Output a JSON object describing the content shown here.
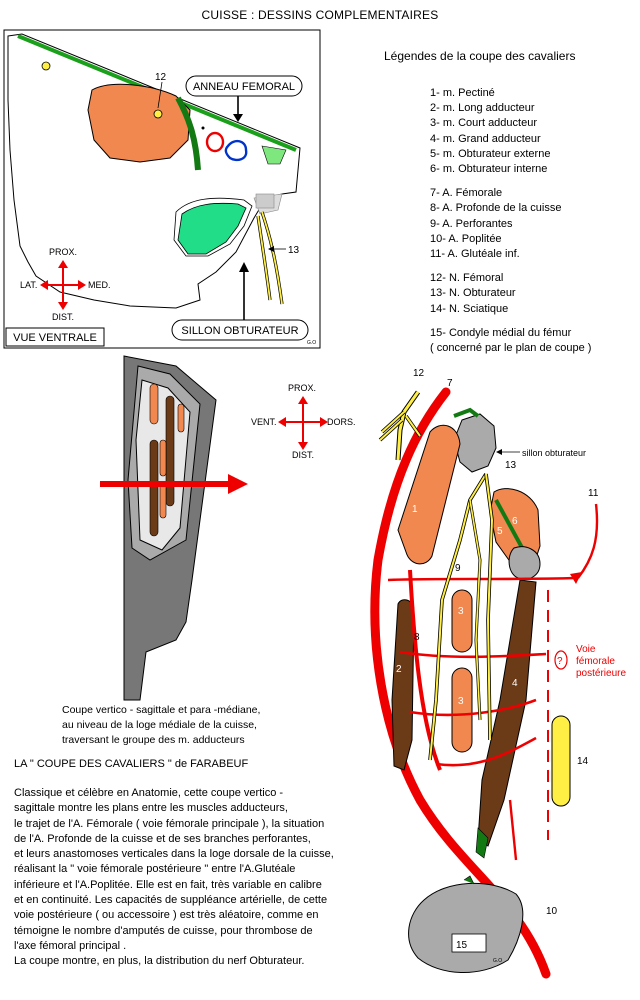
{
  "title": "CUISSE : DESSINS COMPLEMENTAIRES",
  "top_figure": {
    "view_label": "VUE VENTRALE",
    "anneau_label": "ANNEAU FEMORAL",
    "sillon_label": "SILLON OBTURATEUR",
    "num_12": "12",
    "num_13": "13",
    "signature": "G.O",
    "compass": {
      "prox": "PROX.",
      "dist": "DIST.",
      "lat": "LAT.",
      "med": "MED."
    }
  },
  "legend": {
    "title": "Légendes de la coupe des cavaliers",
    "items": [
      "1- m. Pectiné",
      "2- m. Long adducteur",
      "3- m. Court adducteur",
      "4- m. Grand adducteur",
      "5- m. Obturateur externe",
      "6- m. Obturateur interne",
      "7- A. Fémorale",
      "8- A. Profonde de la cuisse",
      "9- A. Perforantes",
      "10- A. Poplitée",
      "11- A. Glutéale inf.",
      "12- N. Fémoral",
      "13- N. Obturateur",
      "14- N. Sciatique",
      "15- Condyle médial du fémur",
      "( concerné par le plan de coupe )"
    ]
  },
  "section_figure": {
    "compass": {
      "prox": "PROX.",
      "dist": "DIST.",
      "vent": "VENT.",
      "dors": "DORS."
    },
    "sillon_label": "sillon obturateur",
    "voie_label_lines": [
      "Voie",
      "fémorale",
      "postérieure"
    ],
    "nums": {
      "n1": "1",
      "n2": "2",
      "n3a": "3",
      "n3b": "3",
      "n4": "4",
      "n5": "5",
      "n6": "6",
      "n7": "7",
      "n8": "8",
      "n9": "9",
      "n10": "10",
      "n11": "11",
      "n12": "12",
      "n13": "13",
      "n14": "14",
      "n15": "15"
    },
    "signature": "G.O",
    "question": "?"
  },
  "caption_lines": [
    "Coupe vertico - sagittale et para -médiane,",
    "au niveau de la loge médiale de la cuisse,",
    "traversant le groupe des m. adducteurs"
  ],
  "paragraph_title": "LA \" COUPE DES CAVALIERS \" de FARABEUF",
  "paragraph_lines": [
    "Classique et célèbre en Anatomie, cette coupe vertico -",
    "sagittale montre les plans entre les muscles adducteurs,",
    "le trajet de l'A. Fémorale ( voie fémorale principale ), la situation",
    "de l'A. Profonde de la cuisse et de ses branches perforantes,",
    " et leurs anastomoses verticales dans la loge dorsale de la cuisse,",
    "réalisant la \" voie fémorale postérieure \" entre l'A.Glutéale",
    "inférieure et l'A.Poplitée. Elle est en fait, très variable en calibre",
    "et en continuité. Les capacités de suppléance artérielle, de cette",
    "voie postérieure ( ou accessoire ) est très aléatoire, comme en",
    "témoigne le nombre d'amputés de cuisse, pour thrombose de",
    "l'axe fémoral principal .",
    " La coupe montre, en plus, la distribution du nerf Obturateur."
  ]
}
